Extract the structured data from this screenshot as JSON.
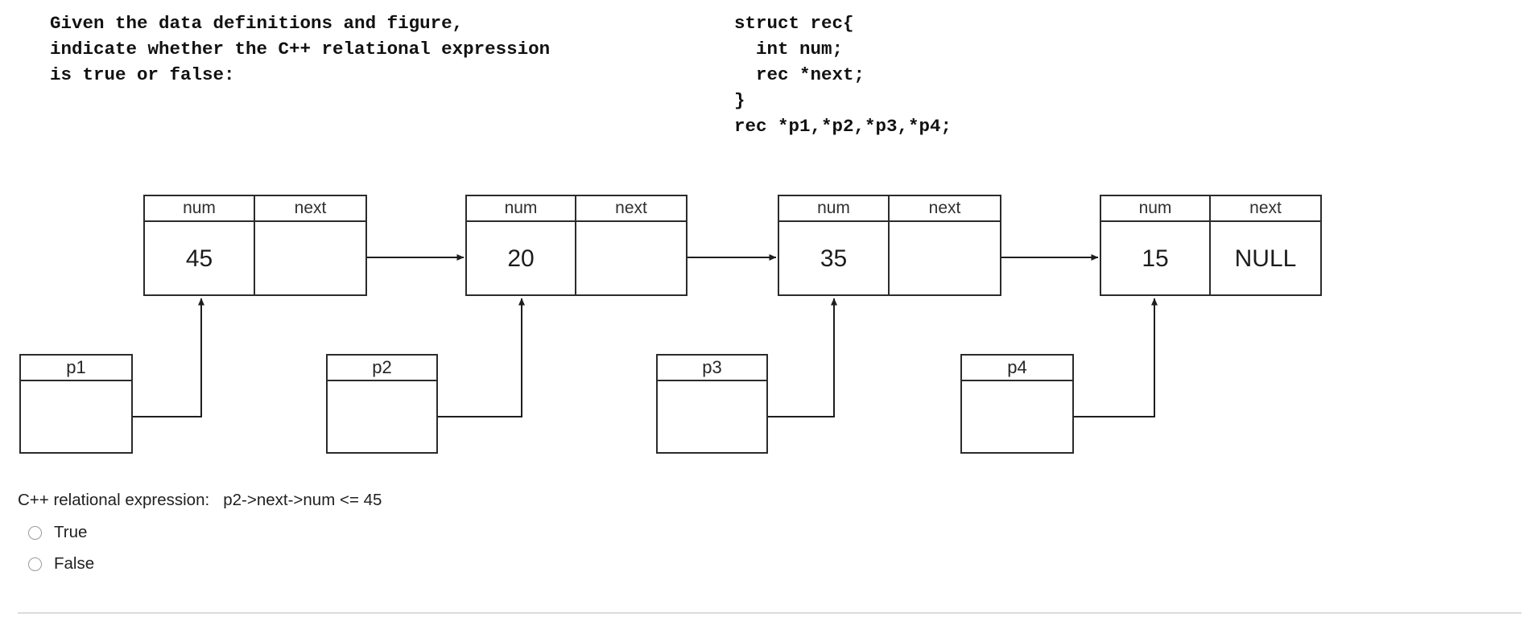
{
  "prompt": {
    "text": "Given the data definitions and figure,\nindicate whether the C++ relational expression\nis true or false:"
  },
  "code": {
    "struct_definition": "struct rec{\n  int num;\n  rec *next;\n}\nrec *p1,*p2,*p3,*p4;"
  },
  "figure": {
    "column_headers": {
      "num": "num",
      "next": "next"
    },
    "nodes": [
      {
        "num": "45",
        "next": ""
      },
      {
        "num": "20",
        "next": ""
      },
      {
        "num": "35",
        "next": ""
      },
      {
        "num": "15",
        "next": "NULL"
      }
    ],
    "pointers": [
      {
        "label": "p1",
        "value": ""
      },
      {
        "label": "p2",
        "value": ""
      },
      {
        "label": "p3",
        "value": ""
      },
      {
        "label": "p4",
        "value": ""
      }
    ],
    "line_color": "#2b2b2b"
  },
  "question": {
    "expression_label": "C++ relational expression:",
    "expression": "p2->next->num <= 45",
    "expression_line": "C++ relational expression:   p2->next->num <= 45",
    "options": [
      {
        "label": "True",
        "selected": false
      },
      {
        "label": "False",
        "selected": false
      }
    ]
  }
}
